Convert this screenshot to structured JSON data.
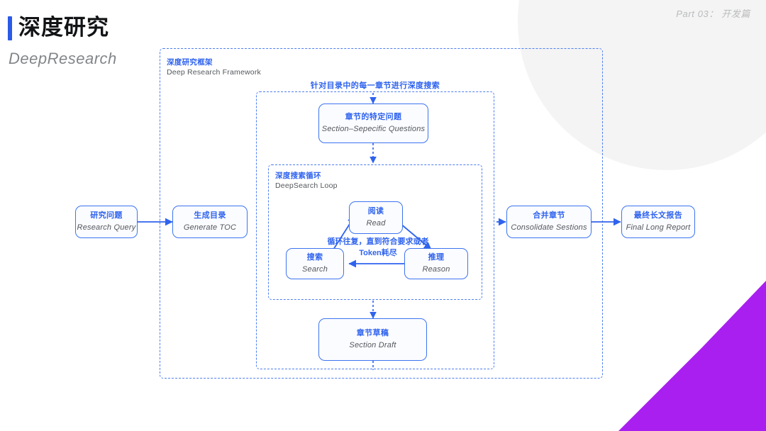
{
  "header": {
    "title_cn": "深度研究",
    "title_en": "DeepResearch",
    "part_label": "Part 03：  开发篇",
    "accent_color": "#2b5ae8"
  },
  "theme": {
    "blue": "#2f63ee",
    "border_blue": "#3d74f0",
    "dash_blue": "#4d7ef0",
    "gray_text": "#53575b",
    "purple_wedge": "#a91ff0",
    "circle_gray": "#f4f4f4"
  },
  "groups": {
    "framework": {
      "label_cn": "深度研究框架",
      "label_en": "Deep Research Framework"
    },
    "per_section": {
      "caption_cn": "针对目录中的每一章节进行深度搜索"
    },
    "deepsearch_loop": {
      "label_cn": "深度搜索循环",
      "label_en": "DeepSearch Loop"
    }
  },
  "nodes": {
    "research_query": {
      "cn": "研究问题",
      "en": "Research Query"
    },
    "generate_toc": {
      "cn": "生成目录",
      "en": "Generate TOC"
    },
    "section_questions": {
      "cn": "章节的特定问题",
      "en": "Section–Sepecific Questions"
    },
    "read": {
      "cn": "阅读",
      "en": "Read"
    },
    "search": {
      "cn": "搜索",
      "en": "Search"
    },
    "reason": {
      "cn": "推理",
      "en": "Reason"
    },
    "section_draft": {
      "cn": "章节草稿",
      "en": "Section Draft"
    },
    "consolidate": {
      "cn": "合并章节",
      "en": "Consolidate Sestions"
    },
    "final_report": {
      "cn": "最终长文报告",
      "en": "Final Long Report"
    }
  },
  "loop_caption": {
    "line1": "循环往复，直到符合要求或者",
    "line2": "Token耗尽"
  }
}
